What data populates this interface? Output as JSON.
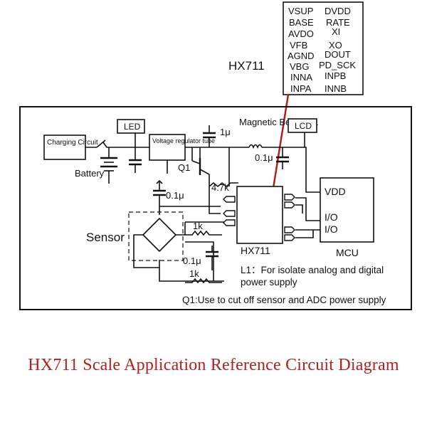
{
  "pinout": {
    "left": [
      "VSUP",
      "BASE",
      "AVDO",
      "VFB",
      "AGND",
      "VBG",
      "INNA",
      "INPA"
    ],
    "right": [
      "DVDD",
      "RATE",
      "XI",
      "XO",
      "DOUT",
      "PD_SCK",
      "INPB",
      "INNB"
    ],
    "chip_name": "HX711"
  },
  "schematic": {
    "charging_circuit": "Charging Circuit",
    "battery": "Battery",
    "led_left": "LED",
    "led_right": "LCD",
    "voltage_regulator": "Voltage regulator tube",
    "cap_1u": "1μ",
    "magnetic_beads": "Magnetic Beads L1",
    "cap_01u_top": "0.1μ",
    "transistor": "Q1",
    "res_47k": "4.7k",
    "cap_01u_left": "0.1μ",
    "sensor": "Sensor",
    "res_1k_top": "1k",
    "res_1k_bottom": "1k",
    "cap_01u_mid": "0.1μ",
    "adc_label": "HX711",
    "mcu_vdd": "VDD",
    "mcu_io1": "I/O",
    "mcu_io2": "I/O",
    "mcu_label": "MCU"
  },
  "notes": {
    "l1_line1": "L1：For isolate analog and digital",
    "l1_line2": "power supply",
    "q1": "Q1:Use to cut off sensor and ADC power supply"
  },
  "caption": "HX711 Scale Application Reference Circuit Diagram",
  "colors": {
    "caption": "#b0211d",
    "arrow": "#b0211d"
  }
}
